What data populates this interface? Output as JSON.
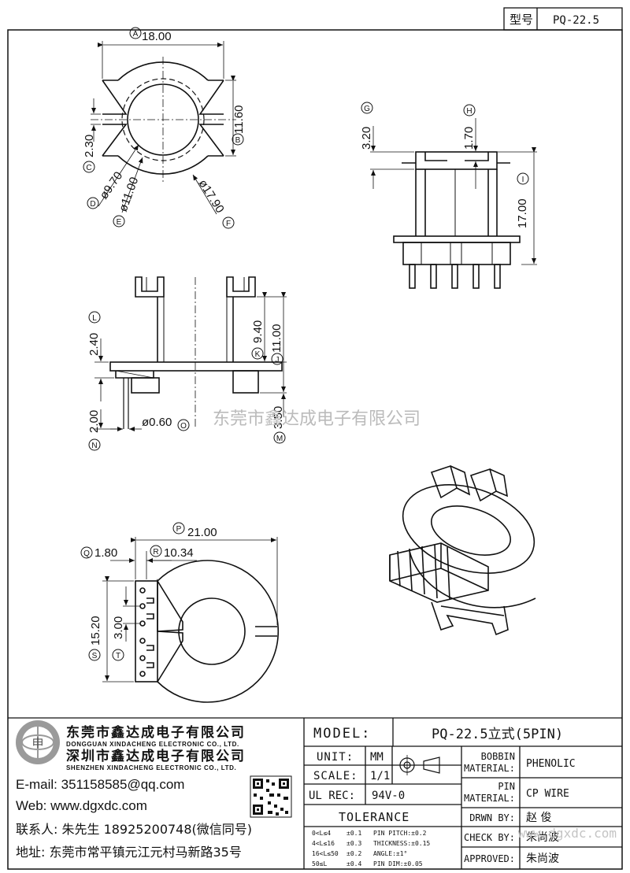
{
  "header": {
    "model_label": "型号",
    "model_value": "PQ-22.5"
  },
  "watermark": {
    "center": "东莞市鑫达成电子有限公司",
    "corner": "www.dgxdc.com"
  },
  "dimensions": {
    "A": "18.00",
    "B": "11.60",
    "C": "2.30",
    "D": "ø9.70",
    "E": "ø11.00",
    "F": "ø17.90",
    "G": "3.20",
    "H": "1.70",
    "I": "17.00",
    "J": "11.00",
    "K": "9.40",
    "L": "2.40",
    "M": "3.50",
    "N": "2.00",
    "O": "ø0.60",
    "P": "21.00",
    "Q": "1.80",
    "R": "10.34",
    "S": "15.20",
    "T": "3.00"
  },
  "company": {
    "name1": "东莞市鑫达成电子有限公司",
    "en1": "DONGGUAN XINDACHENG ELECTRONIC CO., LTD.",
    "name2": "深圳市鑫达成电子有限公司",
    "en2": "SHENZHEN XINDACHENG ELECTRONIC CO., LTD.",
    "email": "E-mail: 351158585@qq.com",
    "web": "Web: www.dgxdc.com",
    "contact": "联系人: 朱先生 18925200748(微信同号)",
    "address": "地址: 东莞市常平镇元江元村马新路35号"
  },
  "title_block": {
    "model_label": "MODEL:",
    "model_value": "PQ-22.5立式(5PIN)",
    "unit_label": "UNIT:",
    "unit_value": "MM",
    "scale_label": "SCALE:",
    "scale_value": "1/1",
    "ulrec_label": "UL REC:",
    "ulrec_value": "94V-0",
    "bobbin_label1": "BOBBIN",
    "bobbin_label2": "MATERIAL:",
    "bobbin_value": "PHENOLIC",
    "pin_label1": "PIN",
    "pin_label2": "MATERIAL:",
    "pin_value": "CP WIRE",
    "tolerance_label": "TOLERANCE",
    "tol": [
      [
        "0<L≤4",
        "±0.1",
        "PIN PITCH:±0.2"
      ],
      [
        "4<L≤16",
        "±0.3",
        "THICKNESS:±0.15"
      ],
      [
        "16<L≤50",
        "±0.2",
        "ANGLE:±1°"
      ],
      [
        "50≤L",
        "±0.4",
        "PIN DIM:±0.05"
      ]
    ],
    "drawn_label": "DRWN BY:",
    "drawn_value": "赵  俊",
    "check_label": "CHECK BY:",
    "check_value": "朱尚波",
    "approved_label": "APPROVED:",
    "approved_value": "朱尚波"
  }
}
